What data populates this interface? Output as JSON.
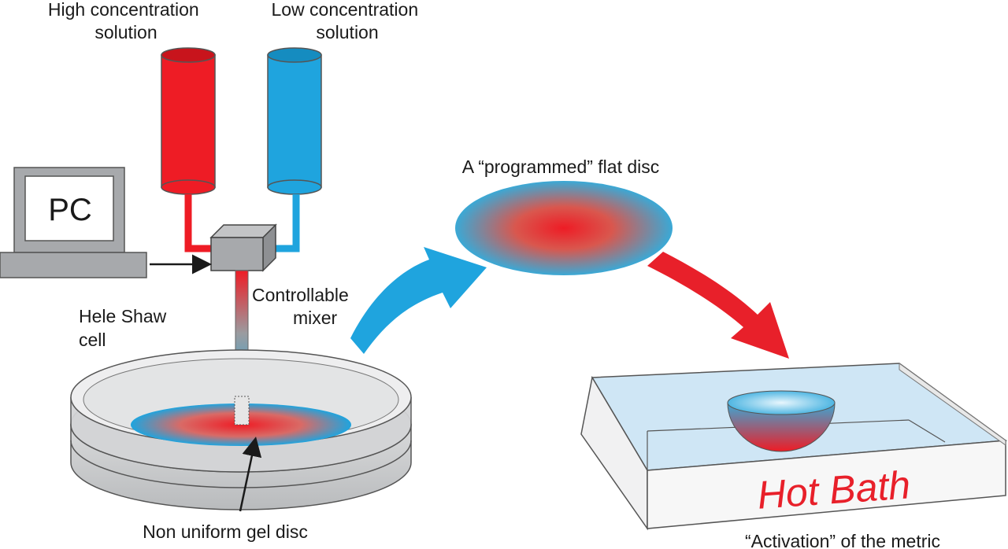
{
  "labels": {
    "high_concentration": [
      "High concentration",
      "solution"
    ],
    "low_concentration": [
      "Low concentration",
      "solution"
    ],
    "pc": "PC",
    "controllable_mixer": [
      "Controllable",
      "mixer"
    ],
    "hele_shaw_cell": [
      "Hele Shaw",
      "cell"
    ],
    "non_uniform_gel_disc": "Non uniform gel disc",
    "programmed_flat_disc": "A “programmed” flat disc",
    "hot_bath": "Hot Bath",
    "activation": "“Activation” of the metric"
  },
  "colors": {
    "high_solution": "#ee1c25",
    "low_solution": "#1fa4de",
    "device_gray": "#a7a9ac",
    "arrow_blue": "#1fa4de",
    "arrow_red": "#e8202a",
    "bath_water": "#cfe6f5",
    "hot_text": "#e8202a"
  }
}
